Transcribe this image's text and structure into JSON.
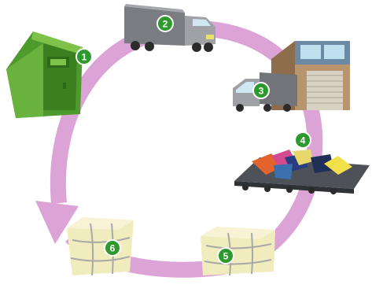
{
  "diagram": {
    "type": "cycle",
    "steps": [
      {
        "number": "1",
        "icon": "collection-bin-icon"
      },
      {
        "number": "2",
        "icon": "truck-icon"
      },
      {
        "number": "3",
        "icon": "warehouse-truck-icon"
      },
      {
        "number": "4",
        "icon": "sorting-conveyor-icon"
      },
      {
        "number": "5",
        "icon": "clothing-bale-icon"
      },
      {
        "number": "6",
        "icon": "clothing-bale-icon"
      }
    ],
    "colors": {
      "cycle_arrow": "#dca4d6",
      "badge": "#2e9a2e",
      "badge_text": "#ffffff",
      "bin": "#5aa83a",
      "truck_cab": "#8e9096",
      "truck_trailer": "#6f7176",
      "warehouse": "#b9956e",
      "bale": "#f1ecbd"
    }
  }
}
